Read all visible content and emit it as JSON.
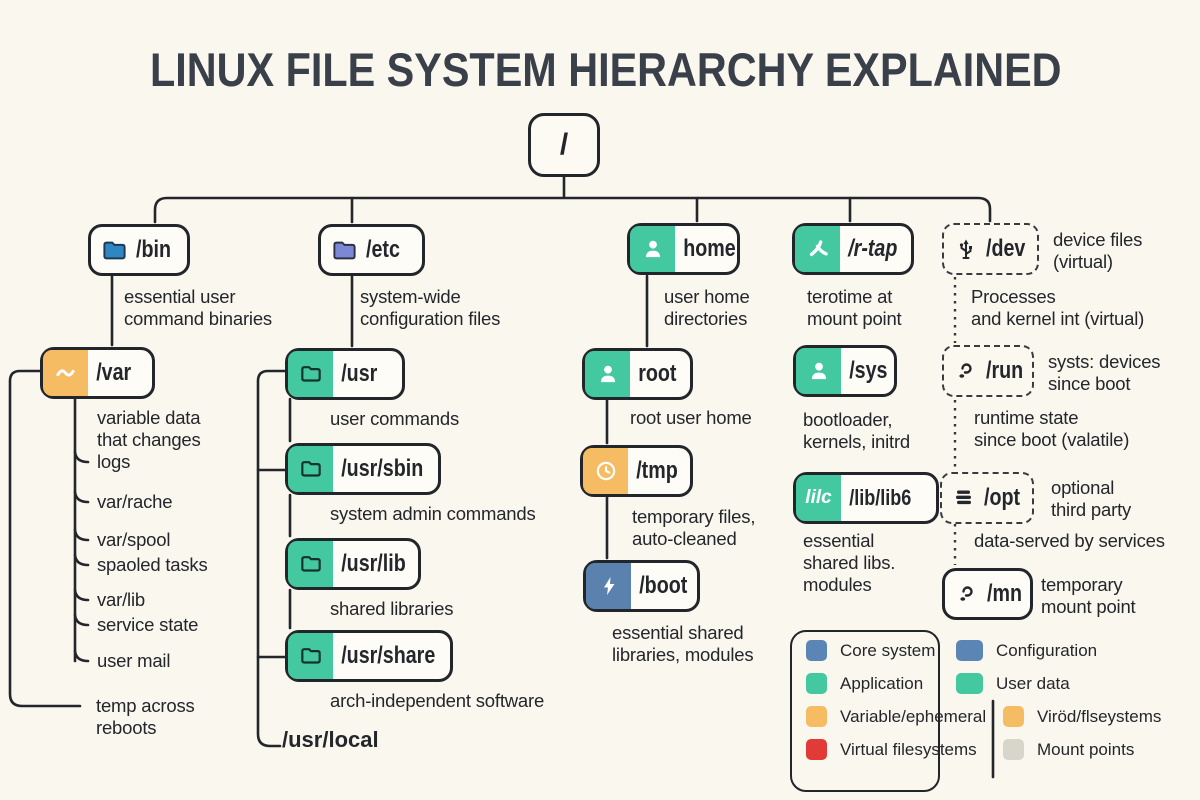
{
  "title": "LINUX FILE SYSTEM HIERARCHY EXPLAINED",
  "root": {
    "label": "/"
  },
  "colors": {
    "background": "#faf7ee",
    "line": "#23262b",
    "green": "#43c89f",
    "orange": "#f6bc63",
    "boot_blue": "#5b82ae",
    "folder_blue": "#2f86c2",
    "folder_purple": "#7c87d6",
    "legend_blue": "#5b85b5",
    "legend_red": "#e23a36",
    "legend_gray": "#d8d5ca"
  },
  "icons": {
    "bin": "folder-icon",
    "etc": "folder-icon",
    "usr": "folder-outline-icon",
    "home": "person-icon",
    "root_user": "person-icon",
    "sys": "person-icon",
    "rtap": "person-stroke-icon",
    "var": "wave-icon",
    "tmp": "clock-icon",
    "boot": "lightning-icon",
    "dev": "usb-icon",
    "run": "swirl-icon",
    "mn": "swirl-icon",
    "opt": "stack-icon"
  },
  "level1": {
    "bin": {
      "label": "/bin",
      "desc": "essential user\ncommand binaries"
    },
    "etc": {
      "label": "/etc",
      "desc": "system-wide\nconfiguration files"
    },
    "home": {
      "label": "home",
      "desc": "user home\ndirectories"
    },
    "rtap": {
      "label": "/r-tap",
      "desc": "terotime at\nmount point"
    },
    "dev": {
      "label": "/dev",
      "side_desc": "device files\n(virtual)",
      "below_desc": "Processes\nand kernel int (virtual)"
    }
  },
  "var_branch": {
    "var": {
      "label": "/var",
      "desc": "variable data\nthat changes"
    },
    "items": [
      "logs",
      "var/rache",
      "var/spool",
      "spaoled tasks",
      "var/lib",
      "service state",
      "user mail"
    ],
    "footer": "temp across\nreboots"
  },
  "usr_branch": {
    "usr": {
      "label": "/usr",
      "desc": "user commands"
    },
    "usr_sbin": {
      "label": "/usr/sbin",
      "desc": "system admin commands"
    },
    "usr_lib": {
      "label": "/usr/lib",
      "desc": "shared libraries"
    },
    "usr_share": {
      "label": "/usr/share",
      "desc": "arch-independent software"
    },
    "usr_local": {
      "label": "/usr/local"
    }
  },
  "home_branch": {
    "root_user": {
      "label": "root",
      "desc": "root user  home"
    },
    "tmp": {
      "label": "/tmp",
      "desc": "temporary files,\nauto-cleaned"
    },
    "boot": {
      "label": "/boot",
      "desc": "essential shared\nlibraries, modules"
    }
  },
  "sys_branch": {
    "sys": {
      "label": "/sys",
      "desc": "bootloader,\nkernels, initrd"
    },
    "lib": {
      "label": "/lib/lib6",
      "badge": "lilc",
      "desc": "essential\nshared libs.\nmodules"
    }
  },
  "virtual_branch": {
    "run": {
      "label": "/run",
      "side_desc": "systs: devices\nsince boot",
      "below_desc": "runtime state\nsince boot (valatile)"
    },
    "opt": {
      "label": "/opt",
      "side_desc": "optional\nthird party",
      "below_desc": "data-served by services"
    },
    "mn": {
      "label": "/mn",
      "side_desc": "temporary\nmount point"
    }
  },
  "legend": {
    "left": [
      {
        "label": "Core system",
        "color": "#5b85b5"
      },
      {
        "label": "Application",
        "color": "#43c89f"
      },
      {
        "label": "Variable/ephemeral",
        "color": "#f6bc63"
      },
      {
        "label": "Virtual filesystems",
        "color": "#e23a36"
      }
    ],
    "right": [
      {
        "label": "Configuration",
        "color": "#5b85b5"
      },
      {
        "label": "User data",
        "color": "#43c89f"
      },
      {
        "label": "Viröd/flseystems",
        "color": "#f6bc63"
      },
      {
        "label": "Mount points",
        "color": "#d8d5ca"
      }
    ]
  }
}
